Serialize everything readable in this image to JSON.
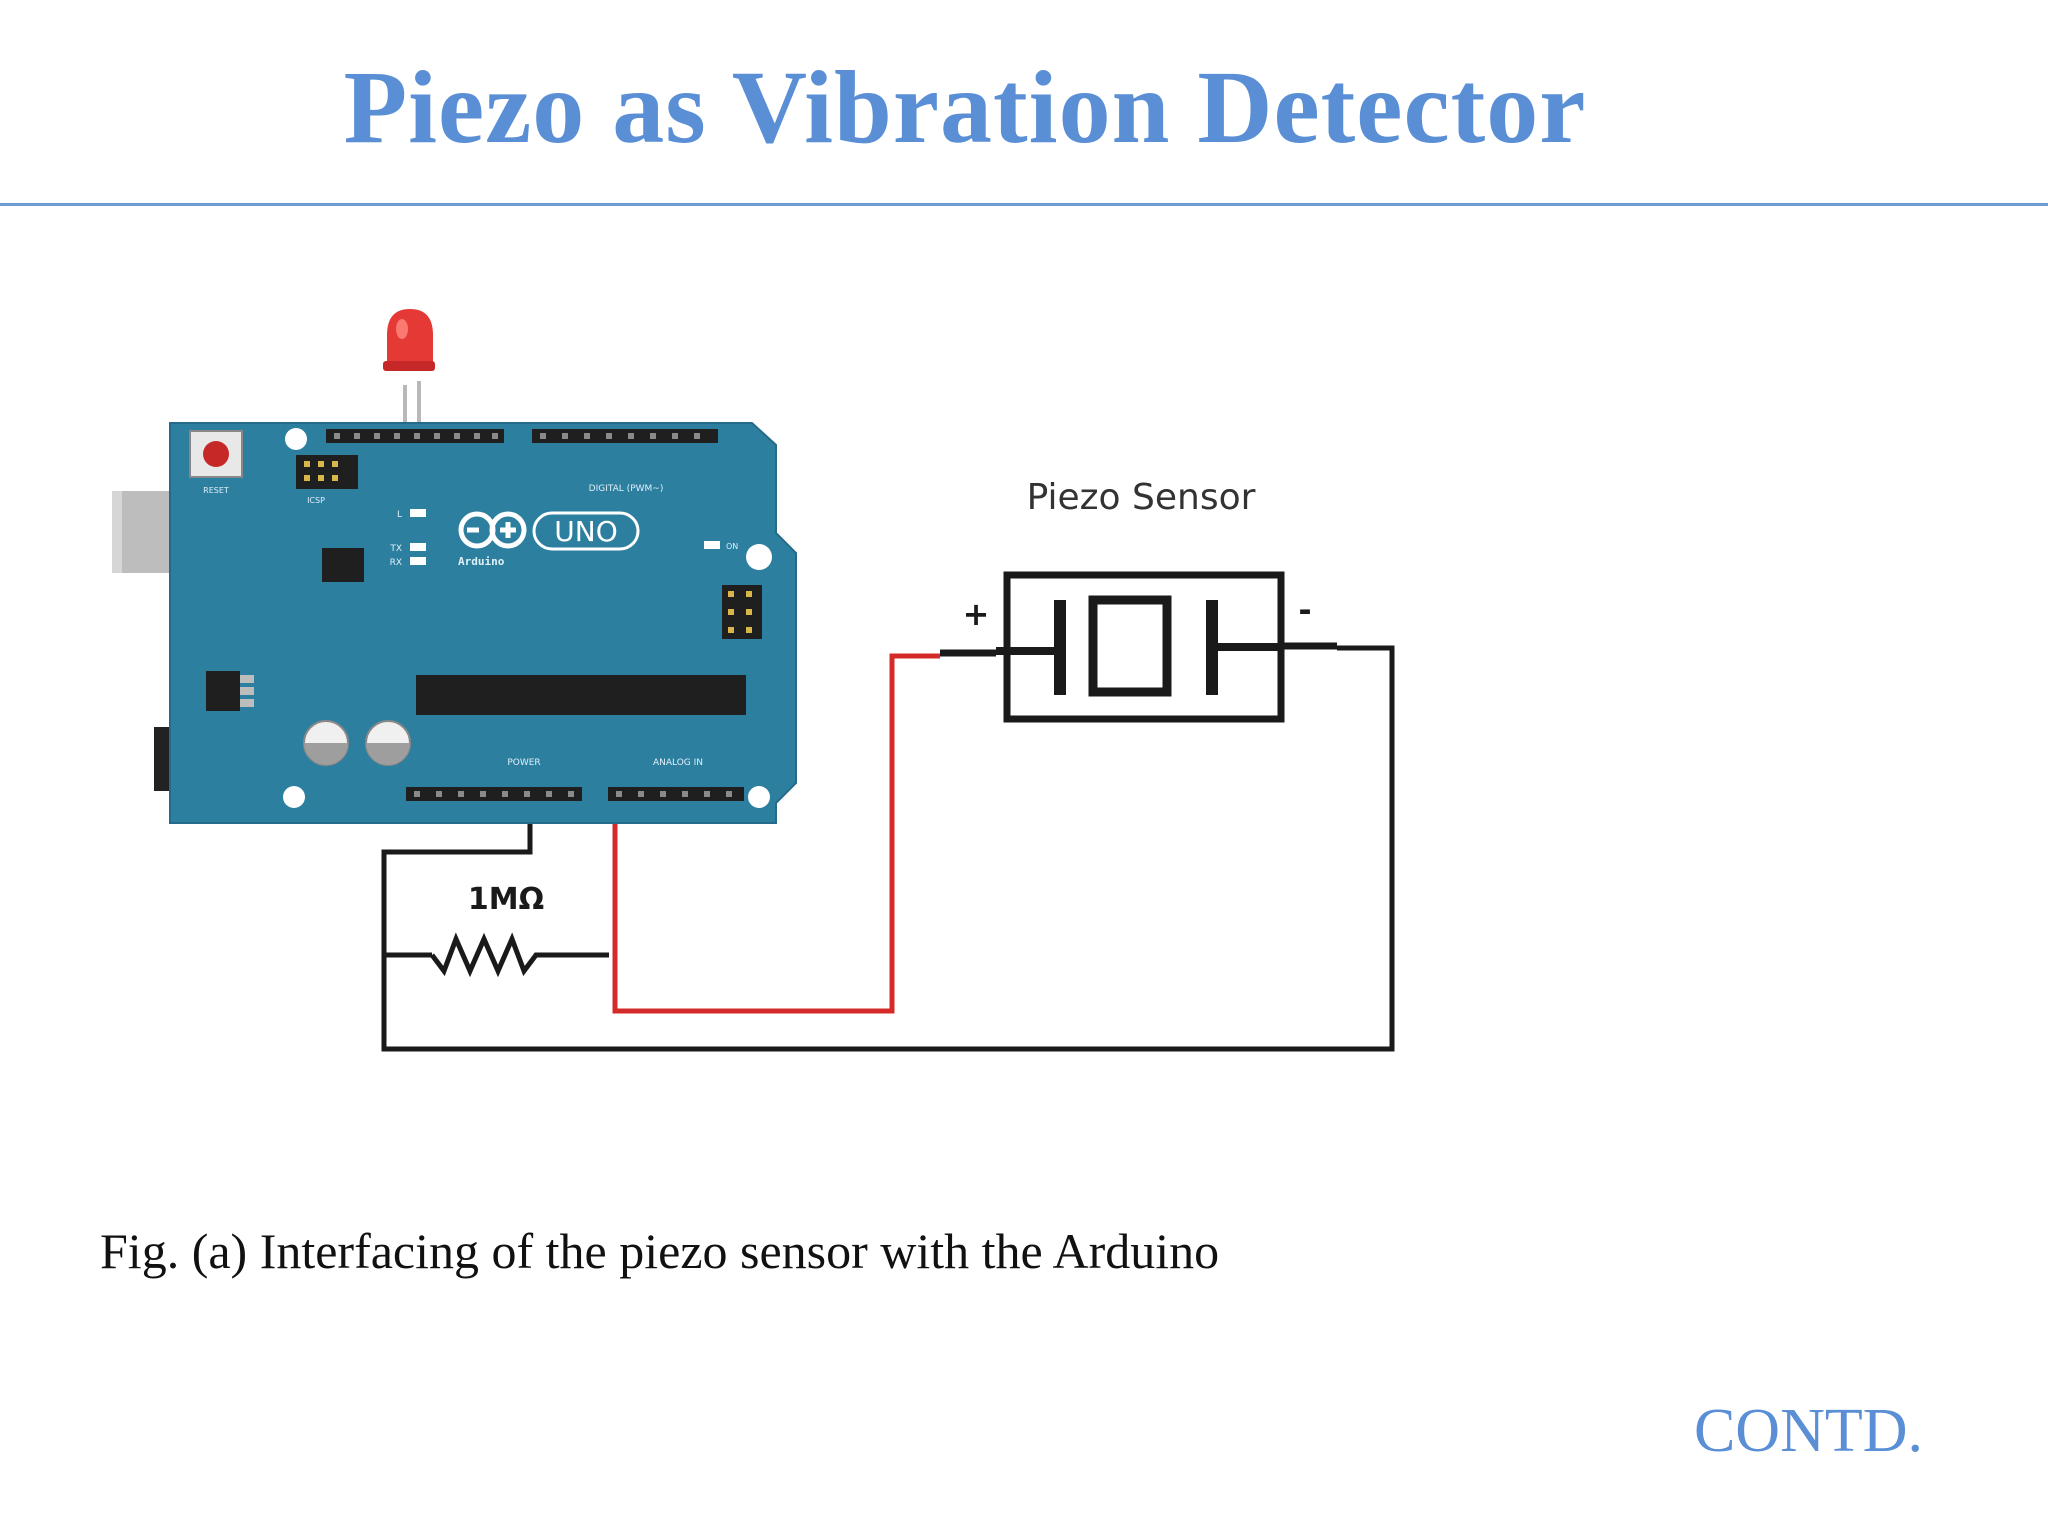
{
  "slide": {
    "title": "Piezo as Vibration Detector",
    "caption": "Fig. (a) Interfacing of the piezo sensor with the Arduino",
    "continued": "CONTD."
  },
  "diagram": {
    "sensor_label": "Piezo Sensor",
    "plus_label": "+",
    "minus_label": "-",
    "resistor_label": "1MΩ",
    "board": {
      "logo_text": "UNO",
      "brand_text": "Arduino",
      "reset_label": "RESET",
      "digital_label": "DIGITAL (PWM~)",
      "power_label": "POWER",
      "analog_label": "ANALOG IN",
      "icsp_label": "ICSP",
      "tx_label": "TX",
      "rx_label": "RX",
      "l_label": "L",
      "on_label": "ON"
    },
    "colors": {
      "board": "#2d7fa0",
      "board_edge": "#256b89",
      "wire_red": "#d42a2a",
      "wire_black": "#1a1a1a",
      "led": "#e53935",
      "title": "#5a8fd6"
    }
  }
}
